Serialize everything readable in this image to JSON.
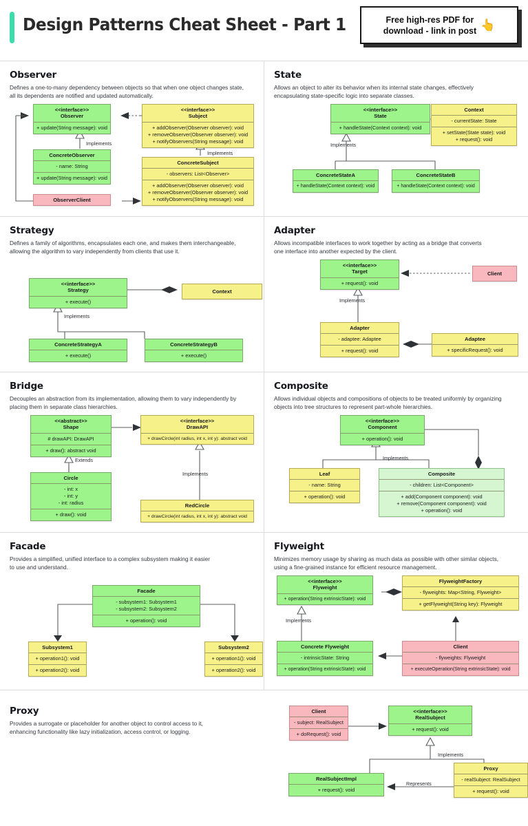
{
  "header": {
    "accent_color": "#3edcad",
    "title": "Design Patterns Cheat Sheet - Part 1",
    "promo_line1": "Free high-res PDF for",
    "promo_line2": "download - link in post",
    "promo_icon": "pointing-up-hand-icon",
    "promo_hand": "👆"
  },
  "sections": {
    "observer": {
      "title": "Observer",
      "desc": "Defines a one-to-many dependency between objects so that when one object changes state, all its dependents are notified and updated automatically.",
      "boxes": {
        "observer": {
          "stereotype": "<<interface>>",
          "name": "Observer",
          "m1": "+ update(String message): void"
        },
        "subject": {
          "stereotype": "<<interface>>",
          "name": "Subject",
          "m1": "+ addObserver(Observer observer): void",
          "m2": "+ removeObserver(Observer observer): void",
          "m3": "+ notifyObservers(String message): void"
        },
        "concrete_observer": {
          "name": "ConcreteObserver",
          "f1": "- name: String",
          "m1": "+ update(String message): void"
        },
        "concrete_subject": {
          "name": "ConcreteSubject",
          "f1": "- observers: List<Observer>",
          "m1": "+ addObserver(Observer observer): void",
          "m2": "+ removeObserver(Observer observer): void",
          "m3": "+ notifyObservers(String message): void"
        },
        "observer_client": {
          "name": "ObserverClient"
        }
      },
      "labels": {
        "implements1": "Implements",
        "implements2": "Implements"
      }
    },
    "state": {
      "title": "State",
      "desc": "Allows an object to alter its behavior when its internal state changes, effectively encapsulating state-specific logic into separate classes.",
      "boxes": {
        "state": {
          "stereotype": "<<interface>>",
          "name": "State",
          "m1": "+ handleState(Context context): void"
        },
        "context": {
          "name": "Context",
          "f1": "- currentState: State",
          "m1": "+ setState(State state): void",
          "m2": "+ request(): void"
        },
        "concrete_a": {
          "name": "ConcreteStateA",
          "m1": "+ handleState(Context context): void"
        },
        "concrete_b": {
          "name": "ConcreteStateB",
          "m1": "+ handleState(Context context): void"
        }
      },
      "labels": {
        "implements": "Implements"
      }
    },
    "strategy": {
      "title": "Strategy",
      "desc": "Defines a family of algorithms, encapsulates each one, and makes them interchangeable, allowing the algorithm to vary independently from clients that use it.",
      "boxes": {
        "strategy": {
          "stereotype": "<<interface>>",
          "name": "Strategy",
          "m1": "+ execute()"
        },
        "context": {
          "name": "Context"
        },
        "concrete_a": {
          "name": "ConcreteStrategyA",
          "m1": "+ execute()"
        },
        "concrete_b": {
          "name": "ConcreteStrategyB",
          "m1": "+ execute()"
        }
      },
      "labels": {
        "implements": "Implements"
      }
    },
    "adapter": {
      "title": "Adapter",
      "desc": "Allows incompatible interfaces to work together by acting as a bridge that converts one interface into another expected by the client.",
      "boxes": {
        "target": {
          "stereotype": "<<interface>>",
          "name": "Target",
          "m1": "+ request(): void"
        },
        "client": {
          "name": "Client"
        },
        "adapter": {
          "name": "Adapter",
          "f1": "- adaptee: Adaptee",
          "m1": "+ request(): void"
        },
        "adaptee": {
          "name": "Adaptee",
          "m1": "+ specificRequest(): void"
        }
      },
      "labels": {
        "implements": "Implements"
      }
    },
    "bridge": {
      "title": "Bridge",
      "desc": "Decouples an abstraction from its implementation, allowing them to vary independently by placing them in separate class hierarchies.",
      "boxes": {
        "shape": {
          "stereotype": "<<abstract>>",
          "name": "Shape",
          "f1": "# drawAPI: DrawAPI",
          "m1": "+ draw(): abstract void"
        },
        "drawapi": {
          "stereotype": "<<interface>>",
          "name": "DrawAPI",
          "m1": "+ drawCircle(int radius, int x, int y): abstract void"
        },
        "circle": {
          "name": "Circle",
          "f1": "- int: x",
          "f2": "- int: y",
          "f3": "- int: radius",
          "m1": "+ draw(): void"
        },
        "redcircle": {
          "name": "RedCircle",
          "m1": "+ drawCircle(int radius, int x, int y): abstract void"
        }
      },
      "labels": {
        "extends": "Extends",
        "implements": "Implements"
      }
    },
    "composite": {
      "title": "Composite",
      "desc": "Allows individual objects and compositions of objects to be treated uniformly by organizing objects into tree structures to represent part-whole hierarchies.",
      "boxes": {
        "component": {
          "stereotype": "<<interface>>",
          "name": "Component",
          "m1": "+ operation(): void"
        },
        "leaf": {
          "name": "Leaf",
          "f1": "- name: String",
          "m1": "+ operation(): void"
        },
        "composite": {
          "name": "Composite",
          "f1": "- children: List<Component>",
          "m1": "+ add(Component component): void",
          "m2": "+ remove(Component component): void",
          "m3": "+ operation(): void"
        }
      },
      "labels": {
        "implements": "Implements"
      }
    },
    "facade": {
      "title": "Facade",
      "desc": "Provides a simplified, unified interface to a complex subsystem making it easier to use and understand.",
      "boxes": {
        "facade": {
          "name": "Facade",
          "f1": "- subsystem1: Subsystem1",
          "f2": "- subsystem2: Subsystem2",
          "m1": "+ operation(): void"
        },
        "subsystem1": {
          "name": "Subsystem1",
          "m1": "+ operation1(): void",
          "m2": "+ operation2(): void"
        },
        "subsystem2": {
          "name": "Subsystem2",
          "m1": "+ operation1(): void",
          "m2": "+ operation2(): void"
        }
      }
    },
    "flyweight": {
      "title": "Flyweight",
      "desc": "Minimizes memory usage by sharing as much data as possible with other similar objects, using a fine-grained instance for efficient resource management.",
      "boxes": {
        "flyweight": {
          "stereotype": "<<interface>>",
          "name": "Flyweight",
          "m1": "+ operation(String extrinsicState): void"
        },
        "factory": {
          "name": "FlyweightFactory",
          "f1": "- flyweights: Map<String, Flyweight>",
          "m1": "+ getFlyweight(String key): Flyweight"
        },
        "concrete": {
          "name": "Concrete Flyweight",
          "f1": "- intrinsicState: String",
          "m1": "+ operation(String extrinsicState): void"
        },
        "client": {
          "name": "Client",
          "f1": "- flyweights: Flyweight",
          "m1": "+ executeOperation(String extrinsicState): void"
        }
      },
      "labels": {
        "implements": "Implements"
      }
    },
    "proxy": {
      "title": "Proxy",
      "desc": "Provides a surrogate or placeholder for another object to control access to it, enhancing functionality like lazy initialization, access control, or logging.",
      "boxes": {
        "client": {
          "name": "Client",
          "f1": "- subject: RealSubject",
          "m1": "+ doRequest(): void"
        },
        "realsubject": {
          "stereotype": "<<interface>>",
          "name": "RealSubject",
          "m1": "+ request(): void"
        },
        "realsubjectimpl": {
          "name": "RealSubjectImpl",
          "m1": "+ request(): void"
        },
        "proxy": {
          "name": "Proxy",
          "f1": "- realSubject: RealSubject",
          "m1": "+ request(): void"
        }
      },
      "labels": {
        "implements": "Implements",
        "represents": "Represents"
      }
    }
  }
}
